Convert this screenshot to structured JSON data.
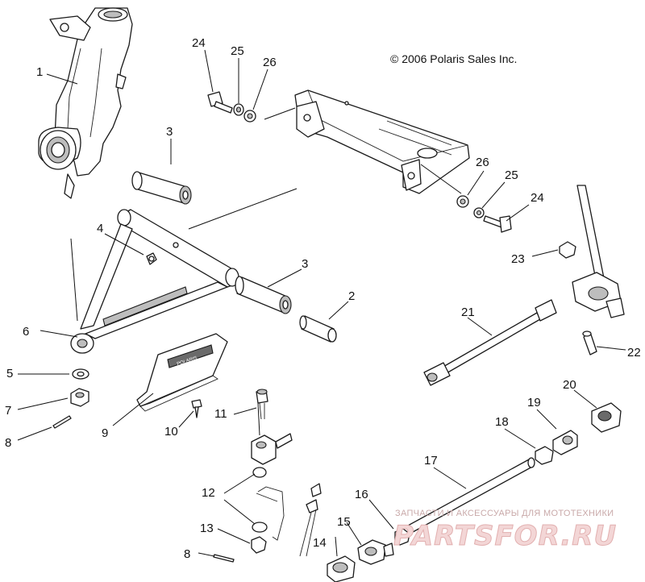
{
  "copyright": "© 2006 Polaris Sales Inc.",
  "watermark": {
    "tagline": "ЗАПЧАСТИ И АКСЕССУАРЫ ДЛЯ МОТОТЕХНИКИ",
    "brand": "PARTSFOR.RU"
  },
  "callouts": [
    "1",
    "2",
    "3",
    "3",
    "4",
    "5",
    "6",
    "7",
    "8",
    "8",
    "9",
    "10",
    "11",
    "12",
    "13",
    "14",
    "15",
    "16",
    "17",
    "18",
    "19",
    "20",
    "21",
    "22",
    "23",
    "24",
    "24",
    "25",
    "25",
    "26",
    "26"
  ],
  "decal_text": "POLARIS"
}
